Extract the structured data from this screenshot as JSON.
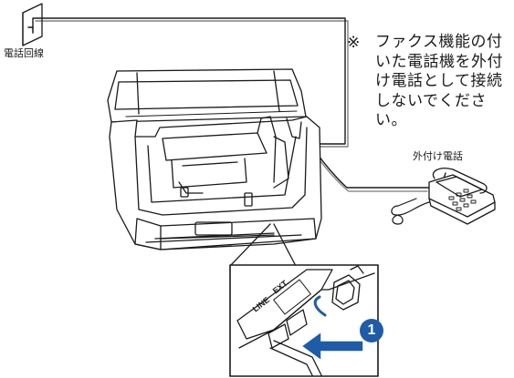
{
  "labels": {
    "phone_line": "電話回線",
    "external_phone": "外付け電話",
    "port_ext": "EXT.",
    "port_line": "LINE"
  },
  "note": {
    "mark": "※",
    "lines": [
      "ファクス機能の付",
      "いた電話機を外付",
      "け電話として接続",
      "しないでくださ",
      "い。"
    ]
  },
  "step_badge": "1",
  "colors": {
    "accent": "#1e5ca8",
    "line": "#1a1a1a"
  },
  "icons": [
    "wall-jack-icon",
    "printer-icon",
    "telephone-icon",
    "modular-plug-icon",
    "insert-arrow-icon",
    "rotate-arrow-icon"
  ]
}
